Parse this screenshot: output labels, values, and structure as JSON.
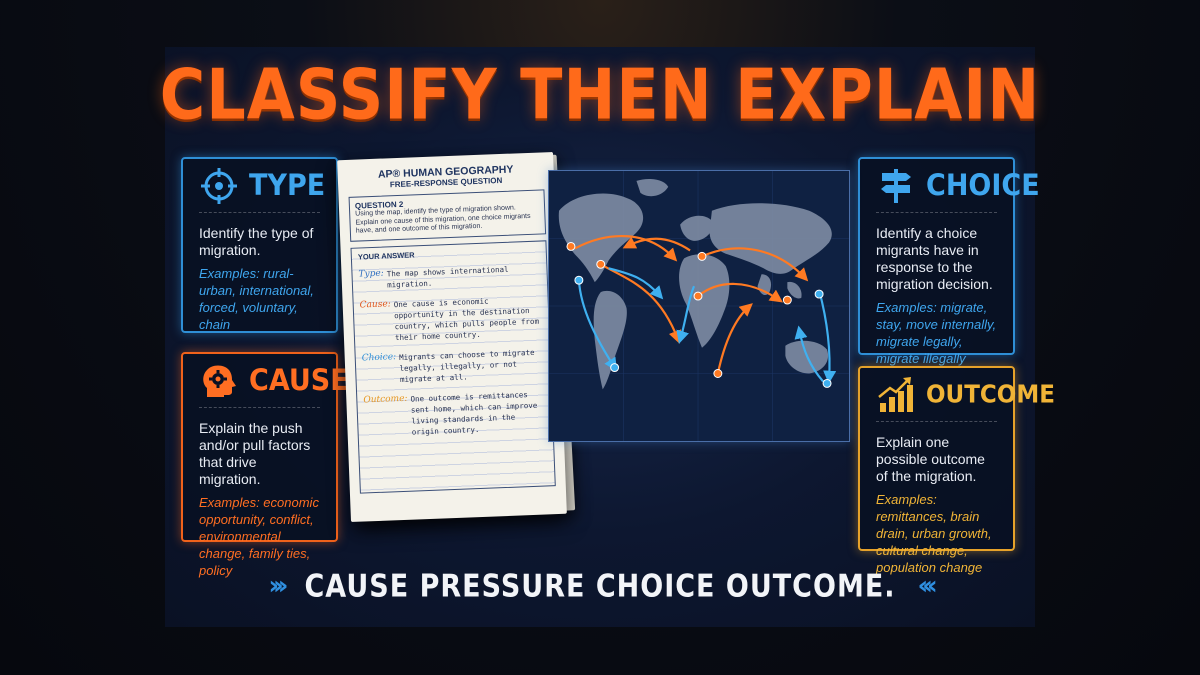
{
  "title": "CLASSIFY THEN EXPLAIN",
  "cards": {
    "type": {
      "label": "TYPE",
      "icon": "crosshair-icon",
      "desc": "Identify the type of migration.",
      "examples": "Examples: rural-urban, international, forced, voluntary, chain",
      "color": "#2f8fd6"
    },
    "cause": {
      "label": "CAUSE",
      "icon": "head-gear-icon",
      "desc": "Explain the push and/or pull factors that drive migration.",
      "examples": "Examples: economic opportunity, conflict, environmental change, family ties, policy",
      "color": "#f0621b"
    },
    "choice": {
      "label": "CHOICE",
      "icon": "signpost-icon",
      "desc": "Identify a choice migrants have in response to the migration decision.",
      "examples": "Examples: migrate, stay, move internally, migrate legally, migrate illegally",
      "color": "#2f8fd6"
    },
    "outcome": {
      "label": "OUTCOME",
      "icon": "bar-chart-growth-icon",
      "desc": "Explain one possible outcome of the migration.",
      "examples": "Examples: remittances, brain drain, urban growth, cultural change, population change",
      "color": "#e6a22a"
    }
  },
  "paper": {
    "heading": "AP® HUMAN GEOGRAPHY",
    "subheading": "FREE-RESPONSE QUESTION",
    "question_title": "QUESTION 2",
    "question_text": "Using the map, identify the type of migration shown. Explain one cause of this migration, one choice migrants have, and one outcome of this migration.",
    "answer_title": "YOUR ANSWER",
    "answers": [
      {
        "key": "Type:",
        "text": "The map shows international migration.",
        "color": "#2f6fc0"
      },
      {
        "key": "Cause:",
        "text": "One cause is economic opportunity in the destination country, which pulls people from their home country.",
        "color": "#e0541a"
      },
      {
        "key": "Choice:",
        "text": "Migrants can choose to migrate legally, illegally, or not migrate at all.",
        "color": "#2f8fd6"
      },
      {
        "key": "Outcome:",
        "text": "One outcome is remittances sent home, which can improve living standards in the origin country.",
        "color": "#e6961f"
      }
    ]
  },
  "map": {
    "orange": "#ff7a22",
    "blue": "#3fb0f0"
  },
  "footer": {
    "left_chevrons": "›››",
    "tagline": "CAUSE PRESSURE CHOICE OUTCOME.",
    "right_chevrons": "‹‹‹"
  }
}
